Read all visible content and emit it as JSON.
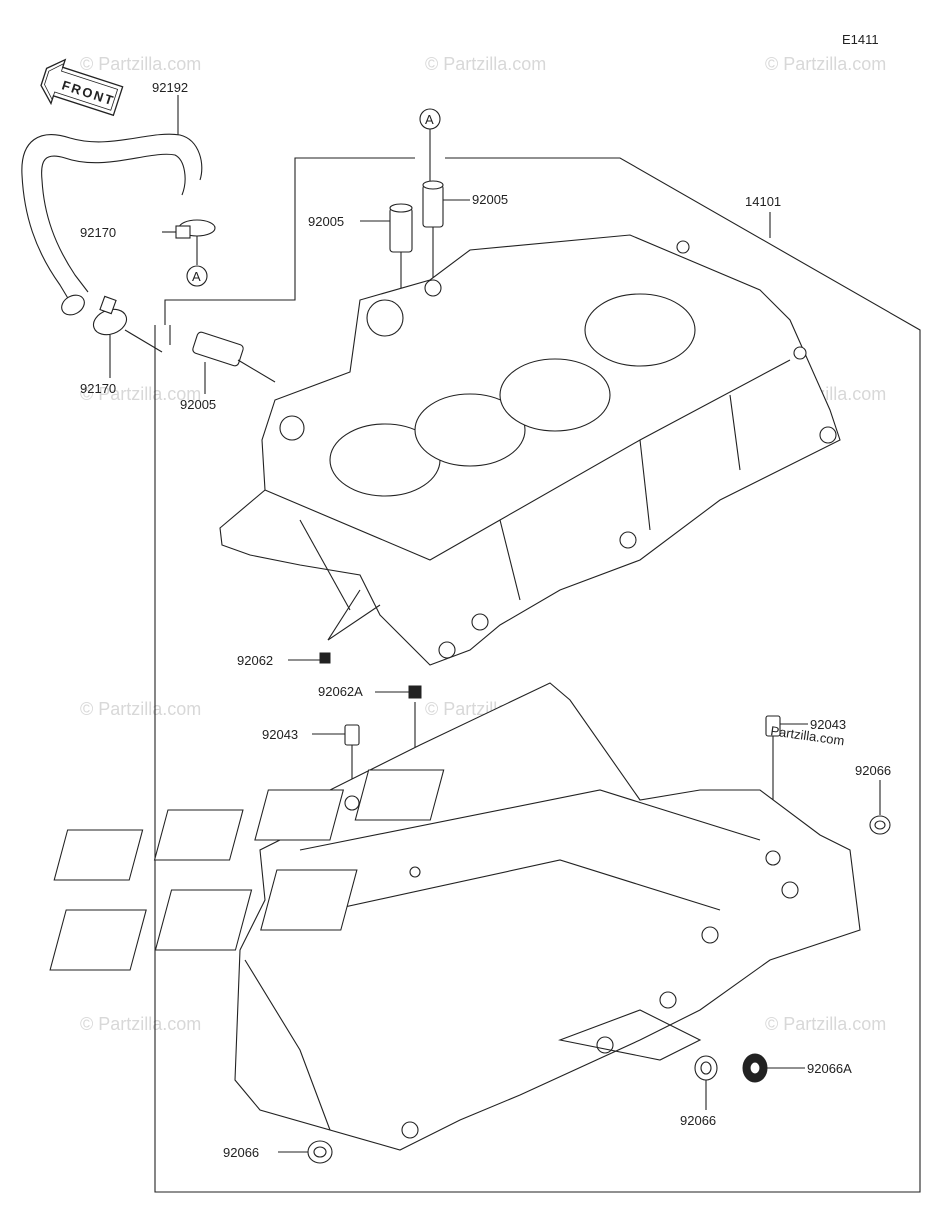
{
  "diagram": {
    "code": "E1411",
    "front_label": "FRONT",
    "ref_marker": "A",
    "watermark": "© Partzilla.com",
    "watermark_logo": "Partzilla.com",
    "part_numbers": {
      "hose": "92192",
      "clamp_upper": "92170",
      "clamp_lower": "92170",
      "pipe_a": "92005",
      "pipe_b": "92005",
      "pipe_c": "92005",
      "crankcase": "14101",
      "plug_upper": "92062",
      "plug_lower": "92062A",
      "dowel_left": "92043",
      "dowel_right": "92043",
      "plug_right": "92066",
      "plug_front": "92066A",
      "plug_bottom_mid": "92066",
      "plug_bottom_left": "92066"
    }
  }
}
